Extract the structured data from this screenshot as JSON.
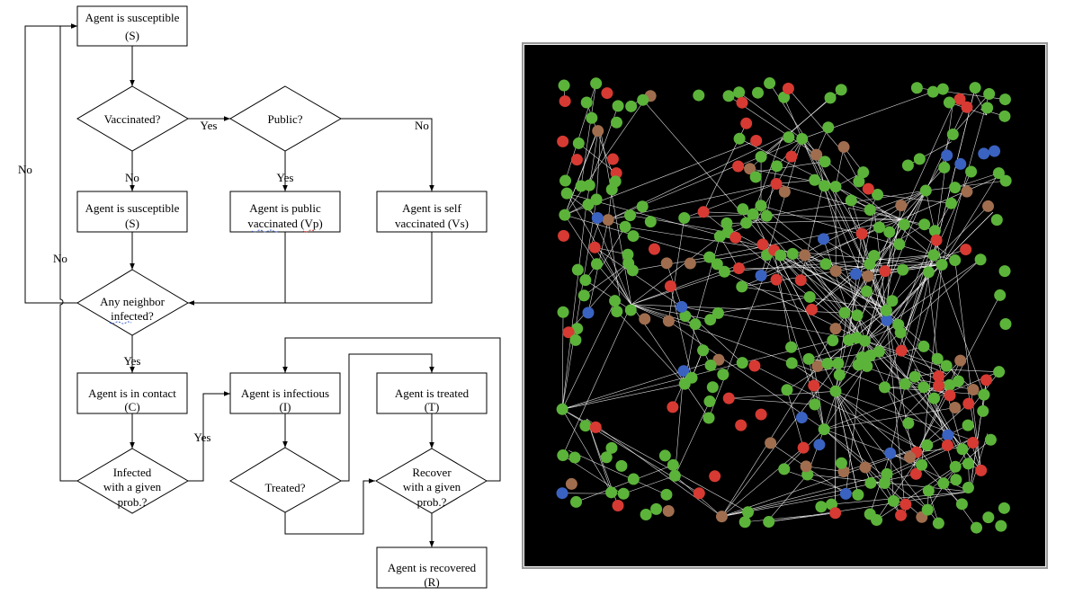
{
  "flowchart": {
    "nodes": {
      "s1": [
        "Agent is susceptible",
        "(S)"
      ],
      "vacc": [
        "Vaccinated?"
      ],
      "public": [
        "Public?"
      ],
      "s2": [
        "Agent is susceptible",
        "(S)"
      ],
      "vp": [
        "Agent is public",
        "vaccinated (Vp)"
      ],
      "vs": [
        "Agent is self",
        "vaccinated (Vs)"
      ],
      "neighbor": [
        "Any neighbor",
        "infected?"
      ],
      "contact": [
        "Agent is in contact",
        "(C)"
      ],
      "infected": [
        "Infected",
        "with a given",
        "prob.?"
      ],
      "infectious": [
        "Agent is infectious",
        "(I)"
      ],
      "treated_q": [
        "Treated?"
      ],
      "treated": [
        "Agent is treated",
        "(T)"
      ],
      "recover_q": [
        "Recover",
        "with a given",
        "prob.?"
      ],
      "recovered": [
        "Agent is recovered",
        "(R)"
      ]
    },
    "edge_labels": {
      "vacc_yes": "Yes",
      "vacc_no": "No",
      "public_yes": "Yes",
      "public_no": "No",
      "neighbor_yes": "Yes",
      "neighbor_no": "No",
      "infected_yes": "Yes",
      "infected_no": "No"
    }
  },
  "network": {
    "background": "#000000",
    "edge_color": "#ffffff",
    "node_colors": {
      "susceptible": "#5cb33a",
      "infected": "#d63a32",
      "vaccinated": "#3a62c0",
      "recovered": "#a06e4f"
    },
    "color_weights": {
      "susceptible": 0.66,
      "infected": 0.17,
      "vaccinated": 0.07,
      "recovered": 0.1
    },
    "hubs": 18,
    "nodes_per_band": 5
  }
}
